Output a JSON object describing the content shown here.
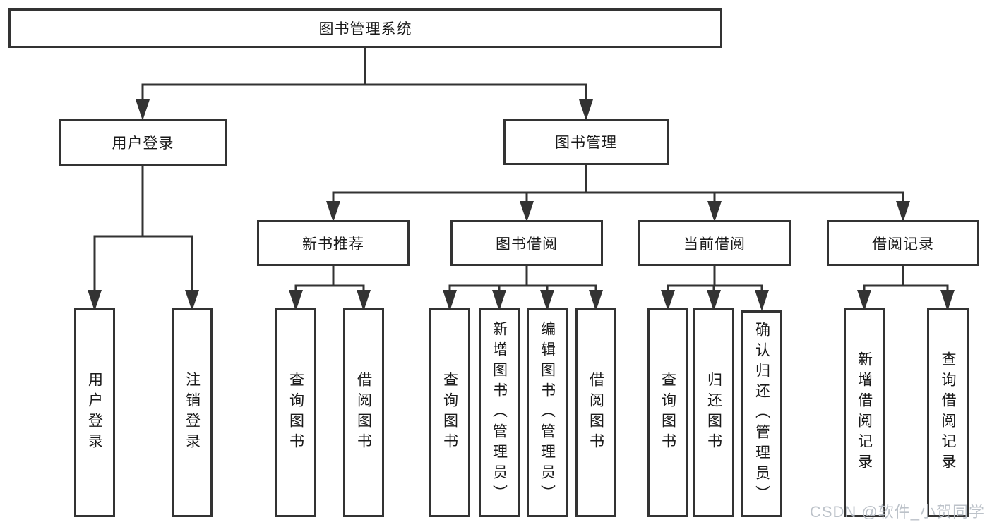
{
  "tree": {
    "label": "图书管理系统",
    "children": [
      {
        "label": "用户登录",
        "children": [
          {
            "label": "用户登录"
          },
          {
            "label": "注销登录"
          }
        ]
      },
      {
        "label": "图书管理",
        "children": [
          {
            "label": "新书推荐",
            "children": [
              {
                "label": "查询图书"
              },
              {
                "label": "借阅图书"
              }
            ]
          },
          {
            "label": "图书借阅",
            "children": [
              {
                "label": "查询图书"
              },
              {
                "label": "新增图书（管理员）"
              },
              {
                "label": "编辑图书（管理员）"
              },
              {
                "label": "借阅图书"
              }
            ]
          },
          {
            "label": "当前借阅",
            "children": [
              {
                "label": "查询图书"
              },
              {
                "label": "归还图书"
              },
              {
                "label": "确认归还（管理员）"
              }
            ]
          },
          {
            "label": "借阅记录",
            "children": [
              {
                "label": "新增借阅记录"
              },
              {
                "label": "查询借阅记录"
              }
            ]
          }
        ]
      }
    ]
  },
  "watermark": {
    "text": "CSDN @软件_小贺同学"
  },
  "colors": {
    "line": "#333333",
    "box_border": "#333333",
    "text": "#1a1a1a",
    "background": "#ffffff",
    "watermark": "#b9bfc7"
  }
}
